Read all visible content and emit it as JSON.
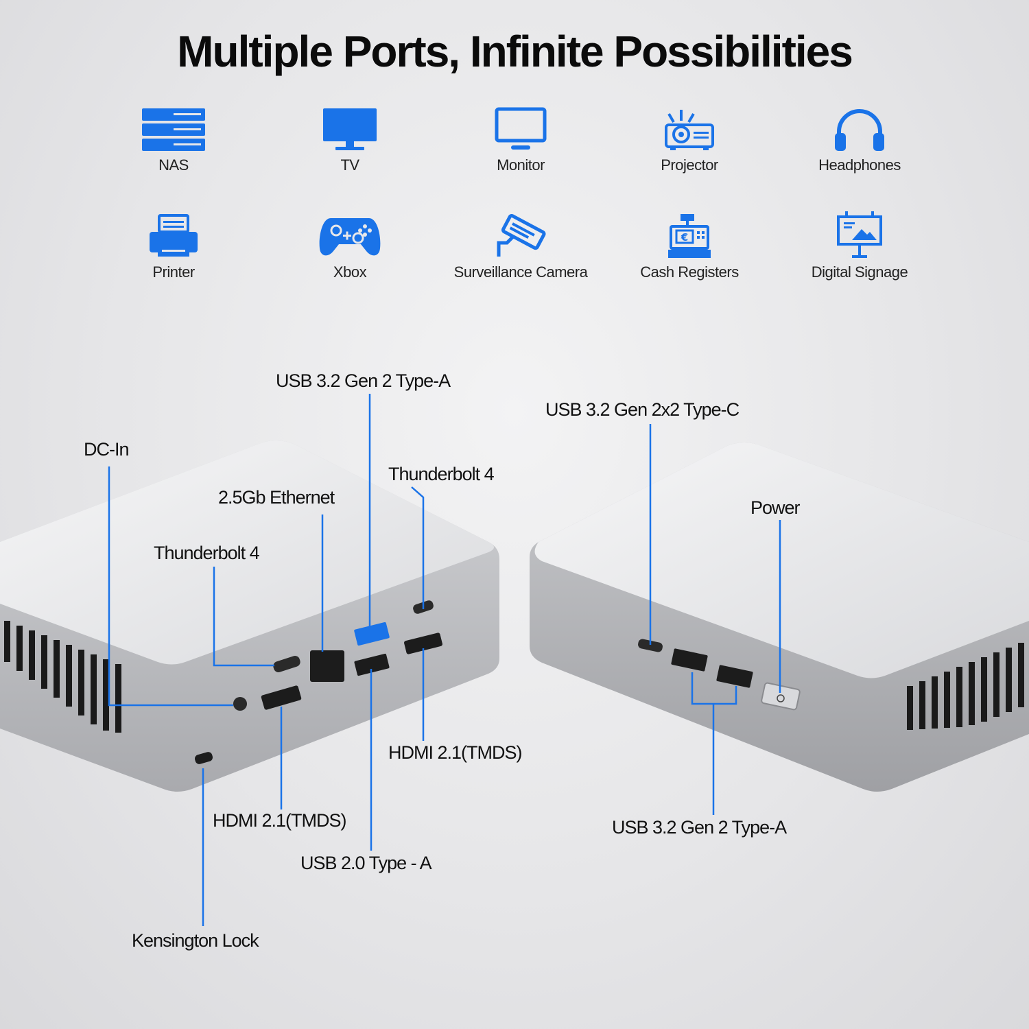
{
  "title": "Multiple Ports, Infinite Possibilities",
  "accent_color": "#1a73e8",
  "devices": [
    {
      "label": "NAS",
      "icon": "nas-icon"
    },
    {
      "label": "TV",
      "icon": "tv-icon"
    },
    {
      "label": "Monitor",
      "icon": "monitor-icon"
    },
    {
      "label": "Projector",
      "icon": "projector-icon"
    },
    {
      "label": "Headphones",
      "icon": "headphones-icon"
    },
    {
      "label": "Printer",
      "icon": "printer-icon"
    },
    {
      "label": "Xbox",
      "icon": "gamepad-icon"
    },
    {
      "label": "Surveillance Camera",
      "icon": "camera-icon"
    },
    {
      "label": "Cash Registers",
      "icon": "cash-register-icon"
    },
    {
      "label": "Digital Signage",
      "icon": "signage-icon"
    }
  ],
  "back_ports": {
    "usb_a_10g": "USB 3.2 Gen 2 Type-A",
    "dc_in": "DC-In",
    "thunderbolt_right": "Thunderbolt 4",
    "ethernet": "2.5Gb Ethernet",
    "thunderbolt_left": "Thunderbolt 4",
    "hdmi_right": "HDMI 2.1(TMDS)",
    "hdmi_left": "HDMI 2.1(TMDS)",
    "usb2": "USB 2.0 Type - A",
    "kensington": "Kensington Lock"
  },
  "front_ports": {
    "usb_c": "USB 3.2 Gen 2x2 Type-C",
    "power": "Power",
    "usb_a": "USB 3.2 Gen 2 Type-A"
  }
}
